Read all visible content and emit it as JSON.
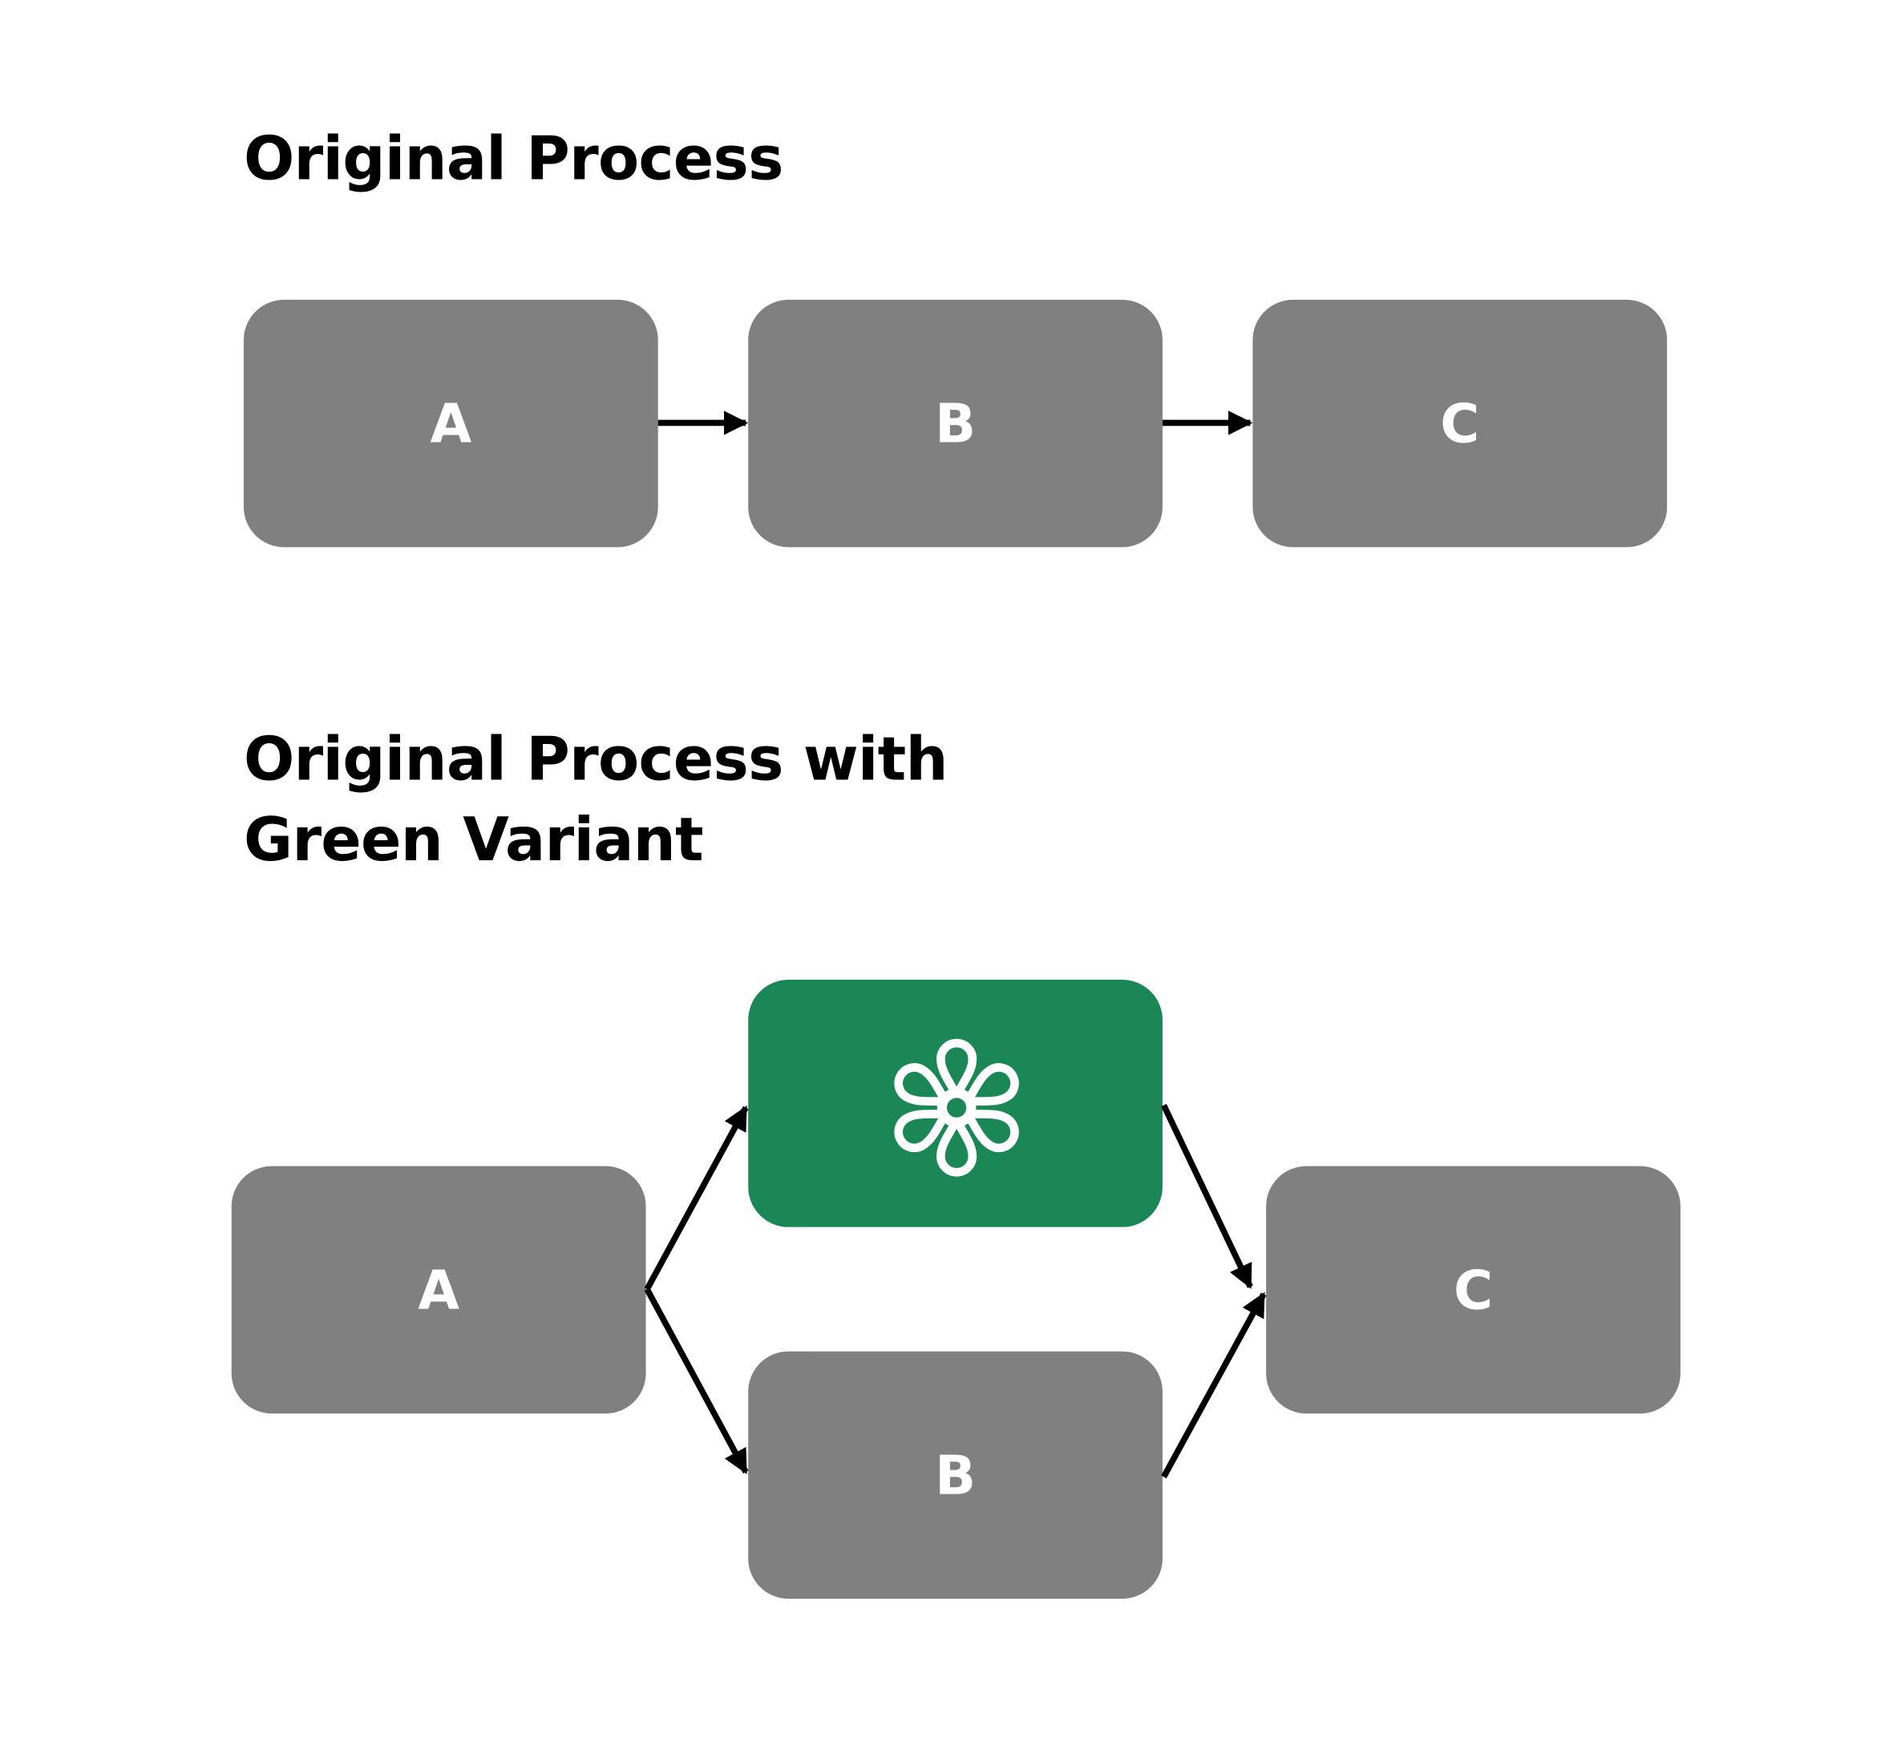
{
  "colors": {
    "node": "#808080",
    "variant": "#1b8757",
    "edge": "#000000",
    "label": "#ffffff"
  },
  "section1": {
    "title": "Original Process",
    "nodes": [
      {
        "id": "A",
        "label": "A"
      },
      {
        "id": "B",
        "label": "B"
      },
      {
        "id": "C",
        "label": "C"
      }
    ],
    "edges": [
      [
        "A",
        "B"
      ],
      [
        "B",
        "C"
      ]
    ]
  },
  "section2": {
    "title_line1": "Original Process with",
    "title_line2": "Green Variant",
    "nodes": [
      {
        "id": "A",
        "label": "A"
      },
      {
        "id": "G",
        "icon": "flower-icon"
      },
      {
        "id": "B",
        "label": "B"
      },
      {
        "id": "C",
        "label": "C"
      }
    ],
    "edges": [
      [
        "A",
        "G"
      ],
      [
        "A",
        "B"
      ],
      [
        "G",
        "C"
      ],
      [
        "B",
        "C"
      ]
    ]
  }
}
